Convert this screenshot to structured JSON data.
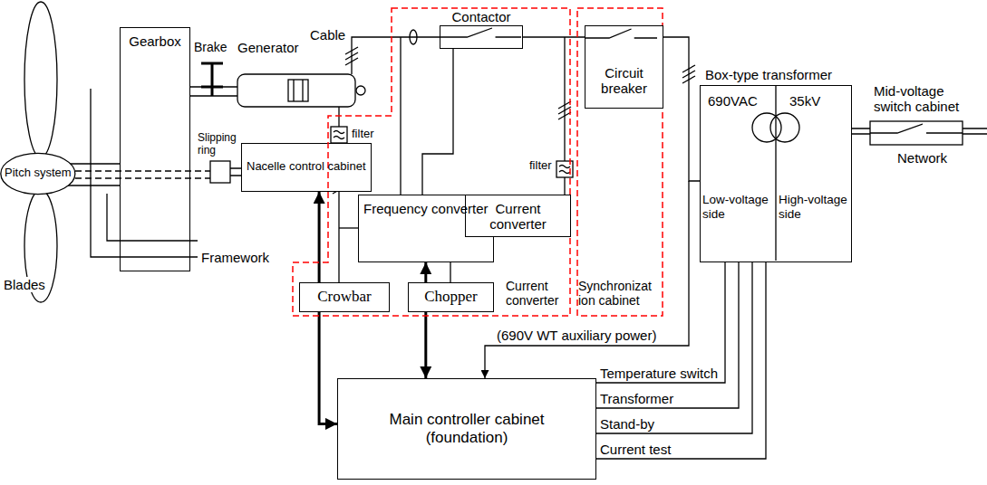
{
  "diagram": {
    "nodes": [
      {
        "text": [
          "Pitch system"
        ]
      },
      {
        "text": [
          "Gearbox"
        ]
      },
      {
        "text": [
          "Nacelle control cabinet"
        ]
      },
      {
        "text": [
          "Current converter"
        ]
      },
      {
        "text": [
          "Contactor"
        ],
        "in": 3
      },
      {
        "text": [
          "Frequency converter"
        ],
        "in": 3
      },
      {
        "text": [
          "Current converter"
        ],
        "in": 3
      },
      {
        "text": [
          "Crowbar"
        ],
        "in": 3
      },
      {
        "text": [
          "Chopper"
        ],
        "in": 3
      },
      {
        "text": [
          "Synchronizat ion cabinet"
        ]
      },
      {
        "text": [
          "Circuit breaker"
        ],
        "in": 9
      },
      {
        "text": [
          "Box-type transformer",
          "690VAC",
          "35kV",
          "Low-voltage side",
          "High-voltage side"
        ]
      },
      {
        "text": [
          "Main controller cabinet (foundation)"
        ]
      }
    ],
    "edges": [
      {
        "from": 2,
        "to": 12,
        "arrow": "both"
      },
      {
        "from": 5,
        "to": 12,
        "arrow": "both"
      },
      {
        "from": 5,
        "to": 6,
        "arrow": "both"
      },
      {
        "from": 12,
        "to": 11,
        "label": "Temperature switch",
        "arrow": "none"
      },
      {
        "from": 12,
        "to": 11,
        "label": "Transformer",
        "arrow": "none"
      },
      {
        "from": 12,
        "to": 11,
        "label": "Stand-by",
        "arrow": "none"
      },
      {
        "from": 12,
        "to": 11,
        "label": "Current test",
        "arrow": "none"
      }
    ],
    "labels": [
      "Blades",
      "Brake",
      "Generator",
      "Slipping ring",
      "Cable",
      "filter",
      "filter",
      "Framework",
      "Mid-voltage switch cabinet",
      "Network",
      "(690V WT auxiliary power)"
    ]
  }
}
